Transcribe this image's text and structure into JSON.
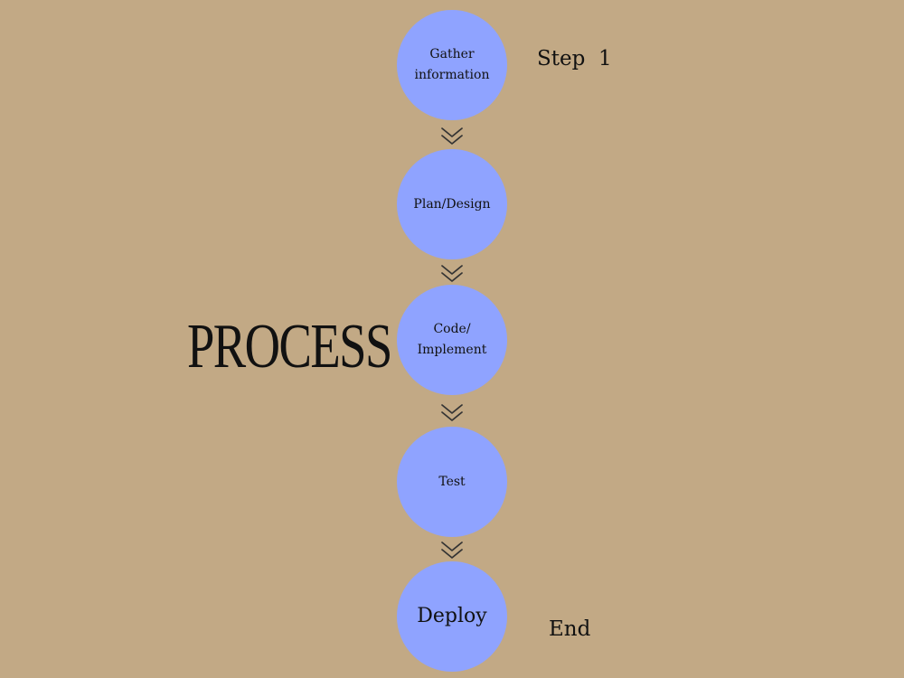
{
  "diagram": {
    "title": "PROCESS",
    "steps": [
      {
        "label": "Gather\ninformation"
      },
      {
        "label": "Plan/Design"
      },
      {
        "label": "Code/\nImplement"
      },
      {
        "label": "Test"
      },
      {
        "label": "Deploy"
      }
    ],
    "start_label": "Step  1",
    "end_label": "End"
  },
  "colors": {
    "background": "#c2a985",
    "node_fill": "#8fa3ff",
    "text": "#111111",
    "connector": "#333333"
  },
  "icons": {
    "connector": "double-chevron-down-icon"
  }
}
